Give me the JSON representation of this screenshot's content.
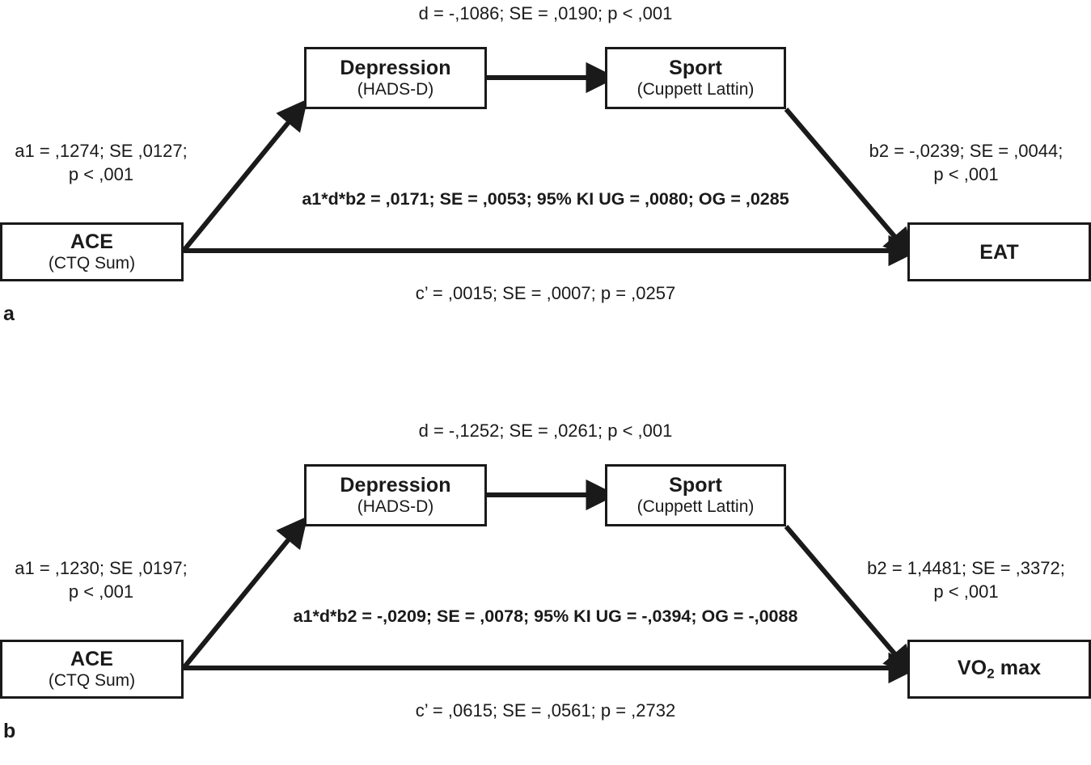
{
  "figure": {
    "type": "mediation-path-diagram",
    "panels": [
      {
        "letter": "a",
        "nodes": {
          "predictor": {
            "title": "ACE",
            "sub": "(CTQ Sum)"
          },
          "mediator1": {
            "title": "Depression",
            "sub": "(HADS-D)"
          },
          "mediator2": {
            "title": "Sport",
            "sub": "(Cuppett Lattin)"
          },
          "outcome": {
            "title": "EAT",
            "sub": ""
          }
        },
        "paths": {
          "d": "d = -,1086; SE = ,0190; p < ,001",
          "a1_line1": "a1 = ,1274; SE ,0127;",
          "a1_line2": "p < ,001",
          "b2_line1": "b2 = -,0239; SE  = ,0044;",
          "b2_line2": "p < ,001",
          "indirect": "a1*d*b2 = ,0171; SE = ,0053; 95% KI UG = ,0080;  OG = ,0285",
          "direct": "c’ = ,0015; SE = ,0007; p = ,0257"
        }
      },
      {
        "letter": "b",
        "nodes": {
          "predictor": {
            "title": "ACE",
            "sub": "(CTQ Sum)"
          },
          "mediator1": {
            "title": "Depression",
            "sub": "(HADS-D)"
          },
          "mediator2": {
            "title": "Sport",
            "sub": "(Cuppett Lattin)"
          },
          "outcome": {
            "title": "VO2 max",
            "sub": ""
          }
        },
        "paths": {
          "d": "d = -,1252; SE = ,0261; p < ,001",
          "a1_line1": "a1 = ,1230; SE ,0197;",
          "a1_line2": "p < ,001",
          "b2_line1": "b2 = 1,4481; SE  = ,3372;",
          "b2_line2": "p < ,001",
          "indirect": "a1*d*b2 = -,0209; SE = ,0078; 95% KI UG = -,0394;  OG = -,0088",
          "direct": "c’ = ,0615; SE = ,0561; p = ,2732"
        }
      }
    ],
    "colors": {
      "stroke": "#1a1a1a",
      "background": "#ffffff"
    }
  }
}
